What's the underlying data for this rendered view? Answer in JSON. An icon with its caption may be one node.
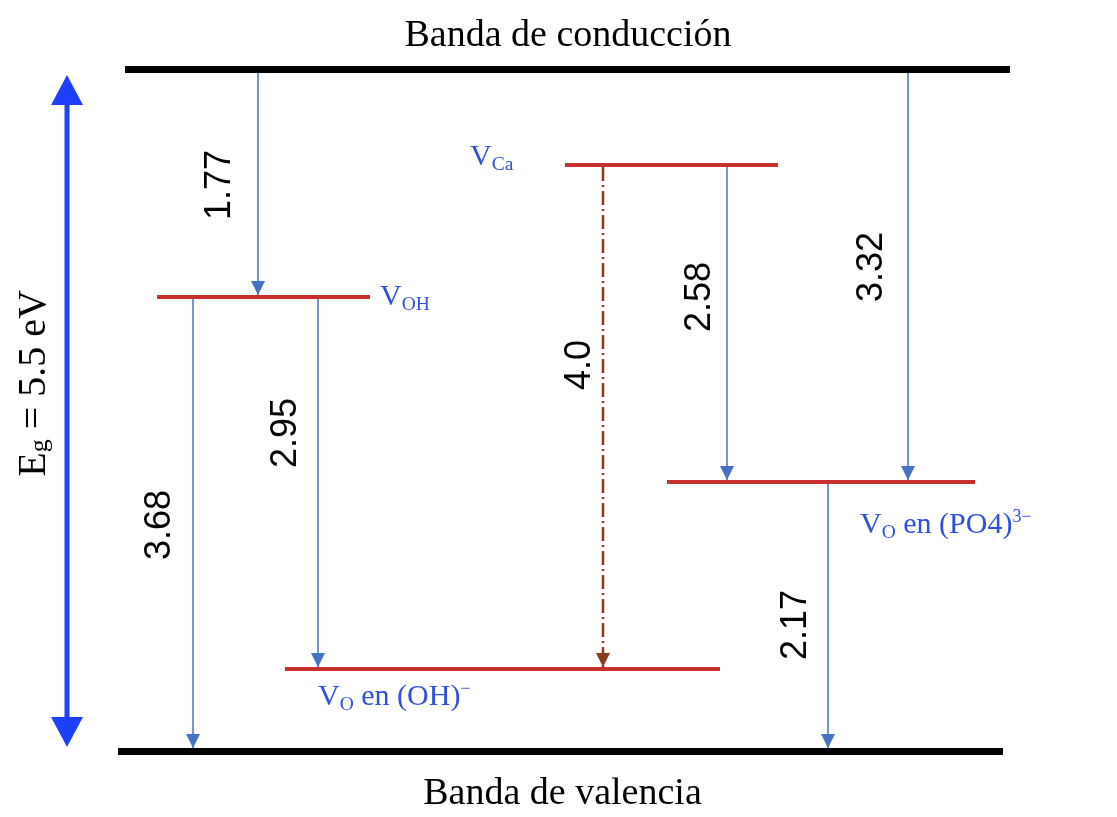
{
  "diagram": {
    "nodes": [
      {
        "text": [
          "Banda de conducción"
        ]
      },
      {
        "text": [
          "V$_{Ca}$"
        ]
      },
      {
        "text": [
          "V$_{OH}$"
        ]
      },
      {
        "text": [
          "V$_{O}$ en (PO4)$^{3−}$"
        ]
      },
      {
        "text": [
          "V$_{O}$ en (OH)$^{−}$"
        ]
      },
      {
        "text": [
          "Banda de valencia"
        ]
      }
    ],
    "edges": [
      {
        "from": 0,
        "to": 2,
        "arrow": "to",
        "label": "1.77"
      },
      {
        "from": 2,
        "to": 5,
        "arrow": "to",
        "label": "3.68"
      },
      {
        "from": 2,
        "to": 4,
        "arrow": "to",
        "label": "2.95"
      },
      {
        "from": 1,
        "to": 4,
        "arrow": "to",
        "label": "4.0",
        "style": "dashed",
        "color": "#8b3a1e"
      },
      {
        "from": 1,
        "to": 3,
        "arrow": "to",
        "label": "2.58"
      },
      {
        "from": 0,
        "to": 3,
        "arrow": "to",
        "label": "3.32"
      },
      {
        "from": 3,
        "to": 5,
        "arrow": "to",
        "label": "2.17"
      }
    ],
    "labels": [
      "E$_{g}$ = 5.5 eV"
    ]
  }
}
